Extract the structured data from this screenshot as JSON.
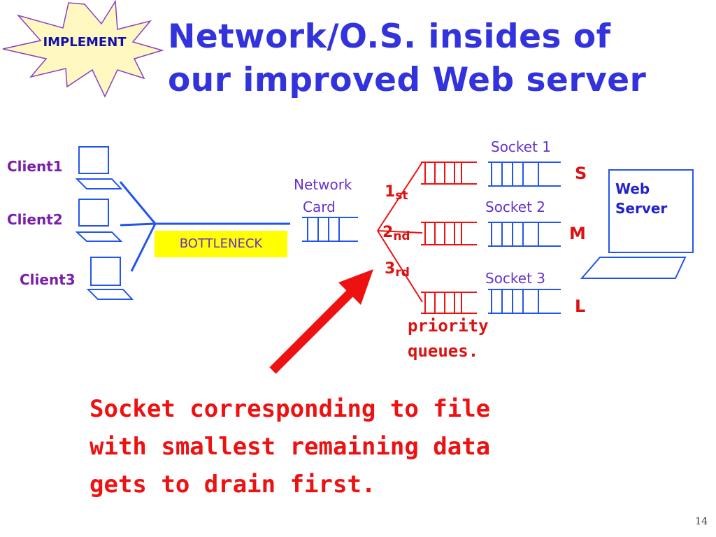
{
  "slide": {
    "title_lines": [
      "Network/O.S. insides of",
      "our improved Web server"
    ],
    "badge": "IMPLEMENT",
    "page_number": "14"
  },
  "clients": [
    "Client1",
    "Client2",
    "Client3"
  ],
  "bottleneck": "BOTTLENECK",
  "network_card": [
    "Network",
    "Card"
  ],
  "ranks": [
    {
      "base": "1",
      "suffix": "st"
    },
    {
      "base": "2",
      "suffix": "nd"
    },
    {
      "base": "3",
      "suffix": "rd"
    }
  ],
  "sockets": [
    {
      "label": "Socket 1",
      "size": "S"
    },
    {
      "label": "Socket 2",
      "size": "M"
    },
    {
      "label": "Socket 3",
      "size": "L"
    }
  ],
  "web_server": [
    "Web",
    "Server"
  ],
  "priority_queues": [
    "priority",
    "queues."
  ],
  "note_lines": [
    "Socket corresponding to file",
    "with smallest remaining data",
    "gets to drain first."
  ],
  "colors": {
    "title": "#3333dd",
    "diagram_lines": "#2255ee",
    "priority_red": "#ee1111",
    "bottleneck_bg": "#ffff00",
    "label_purple": "#6633cc"
  }
}
